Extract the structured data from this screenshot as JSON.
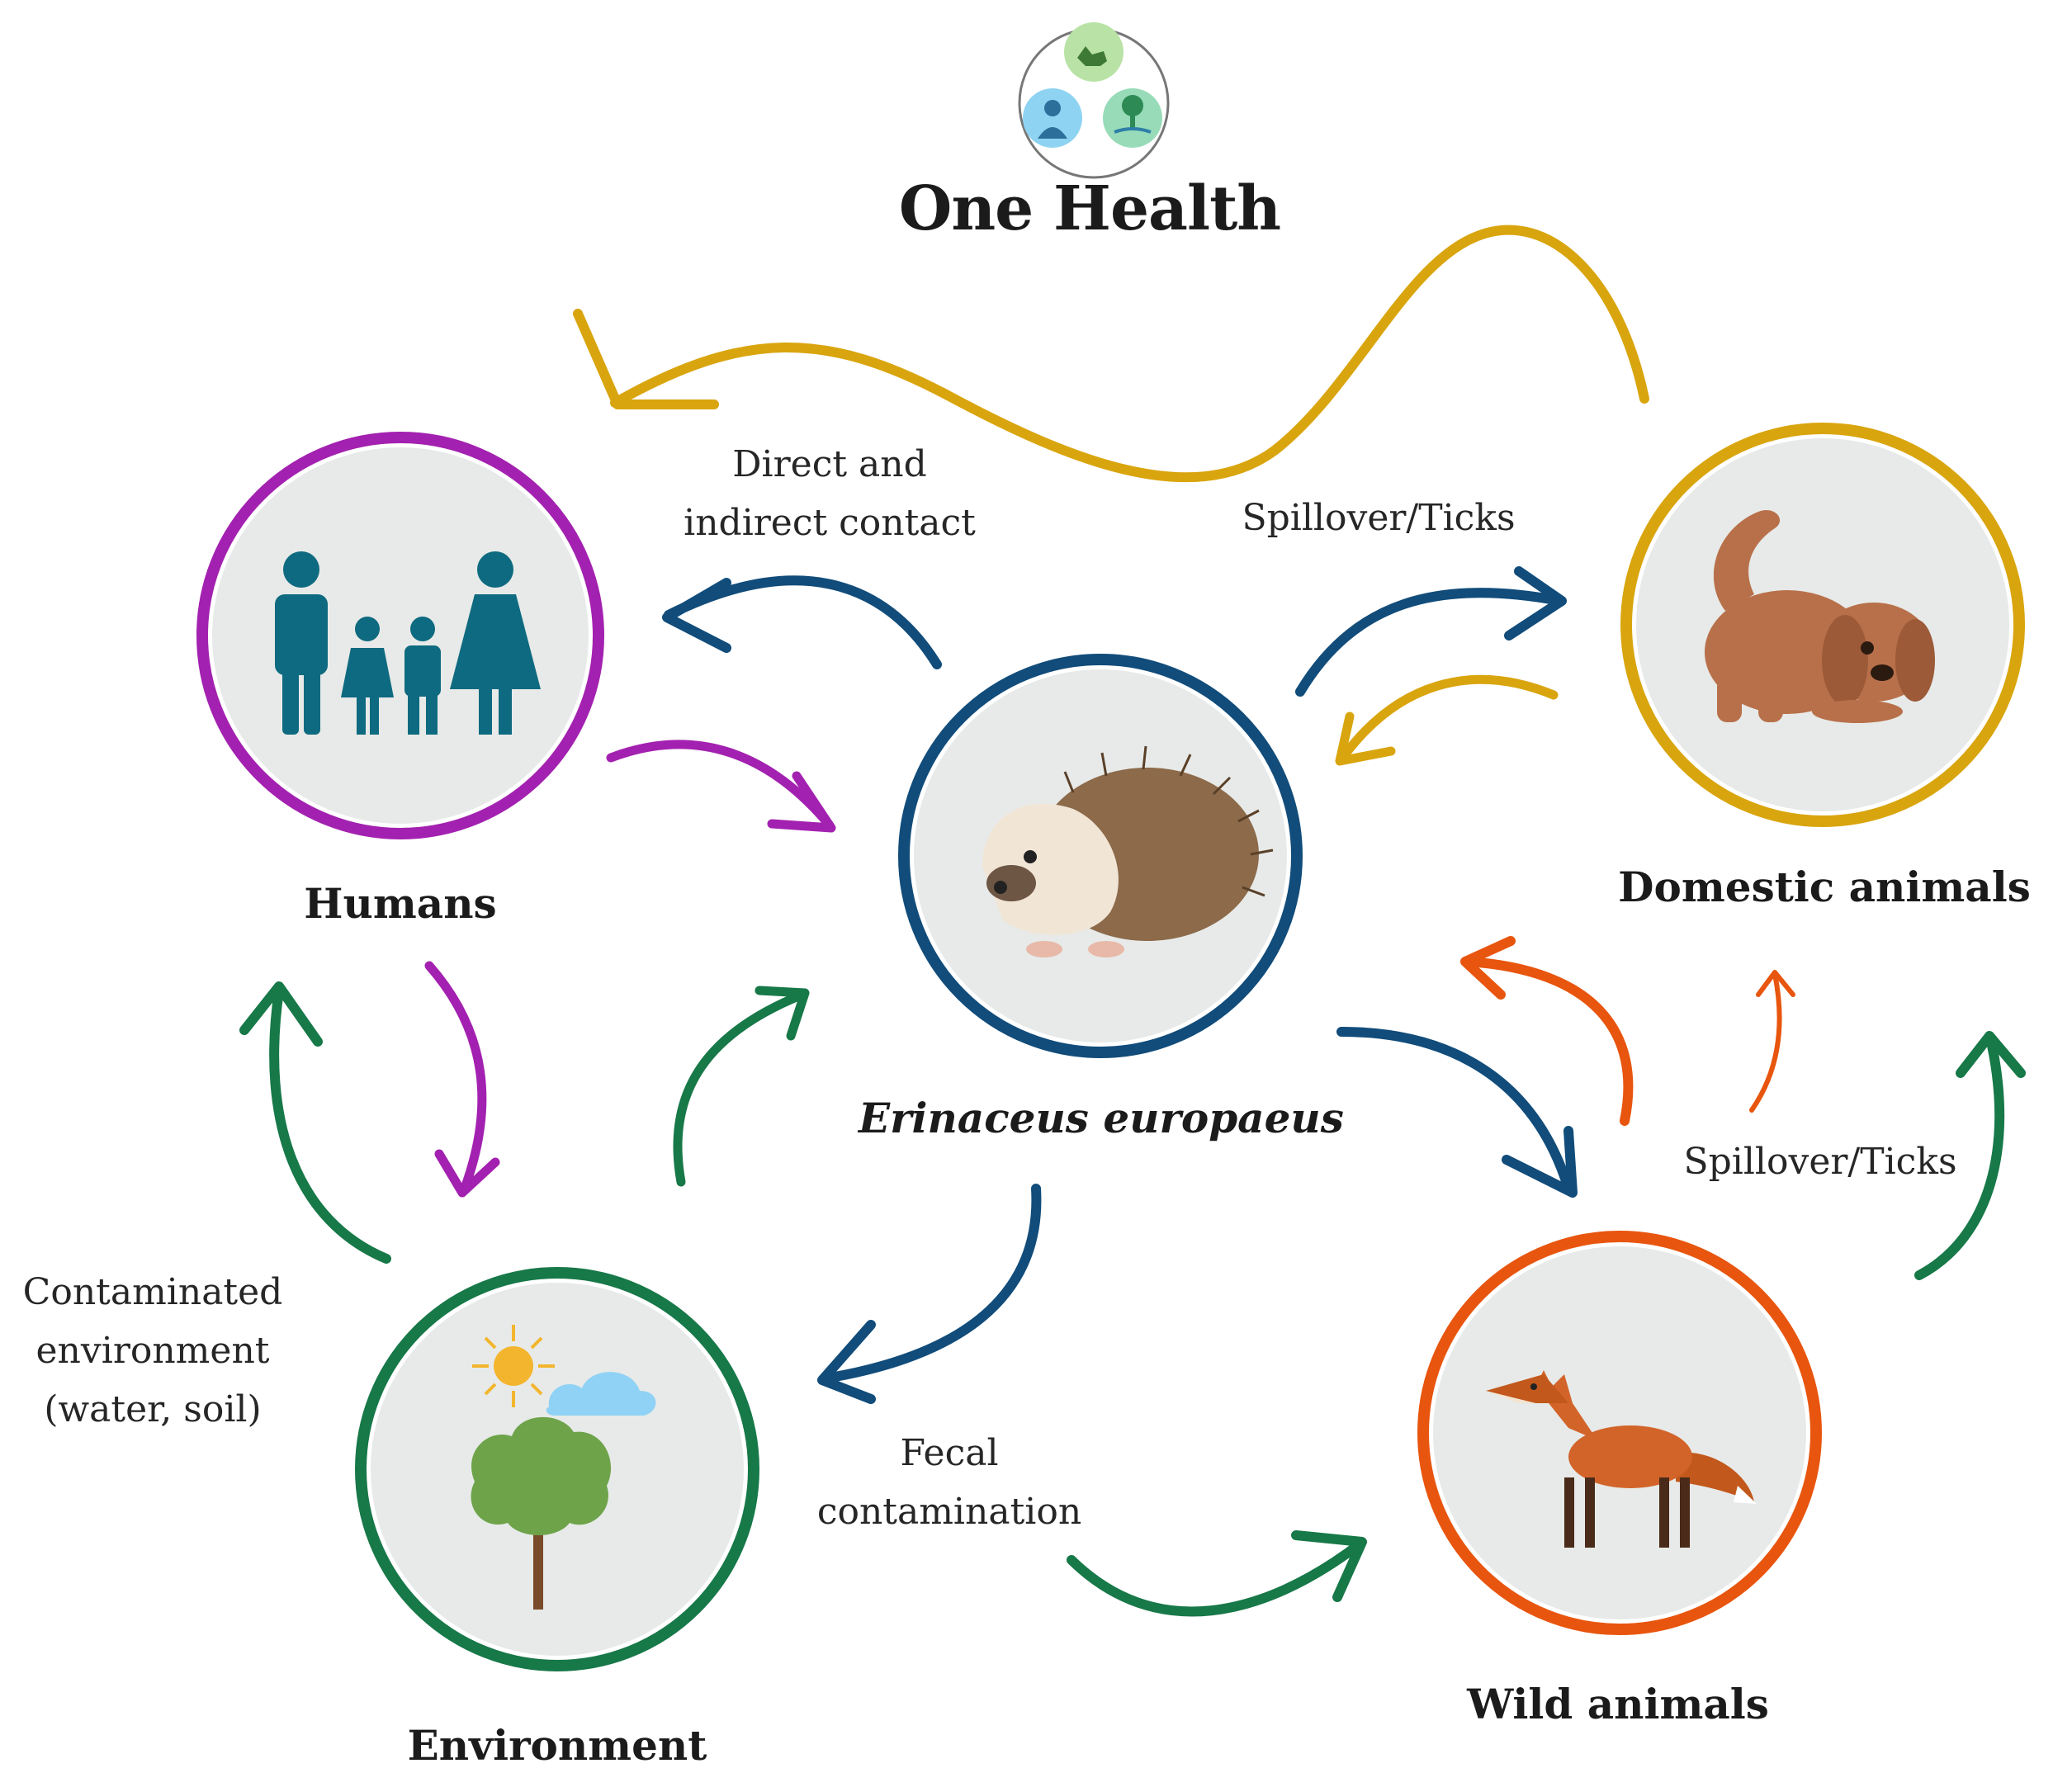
{
  "title": "One Health",
  "nodes": {
    "humans": {
      "label": "Humans",
      "color": "#A321B0"
    },
    "hedgehog": {
      "label": "Erinaceus europaeus",
      "color": "#114C7A"
    },
    "domestic": {
      "label": "Domestic animals",
      "color": "#D9A50E"
    },
    "environment": {
      "label": "Environment",
      "color": "#177848"
    },
    "wild": {
      "label": "Wild animals",
      "color": "#E8550E"
    }
  },
  "edge_labels": {
    "direct_contact": "Direct and\nindirect contact",
    "spillover_top": "Spillover/Ticks",
    "spillover_right": "Spillover/Ticks",
    "contaminated": "Contaminated\nenvironment\n(water, soil)",
    "fecal": "Fecal\ncontamination"
  },
  "icons": {
    "logo": "one-health-logo-icon",
    "humans": "family-icon",
    "hedgehog": "hedgehog-icon",
    "domestic": "puppy-icon",
    "environment": "tree-sun-cloud-icon",
    "wild": "fox-icon"
  }
}
